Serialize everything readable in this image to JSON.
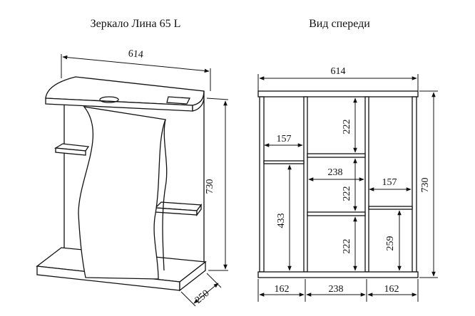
{
  "titles": {
    "mirror": "Зеркало Лина 65 L",
    "front": "Вид спереди"
  },
  "iso_dims": {
    "width": "614",
    "height": "730",
    "depth": "250"
  },
  "front_dims": {
    "width": "614",
    "height": "730",
    "shelf_gap_top": "222",
    "shelf_gap_mid": "222",
    "shelf_gap_bottom": "222",
    "left_shelf_width": "157",
    "right_shelf_width": "157",
    "center_width_mid": "238",
    "left_shelf_height": "433",
    "right_shelf_height": "259",
    "bottom_left": "162",
    "bottom_center": "238",
    "bottom_right": "162"
  }
}
